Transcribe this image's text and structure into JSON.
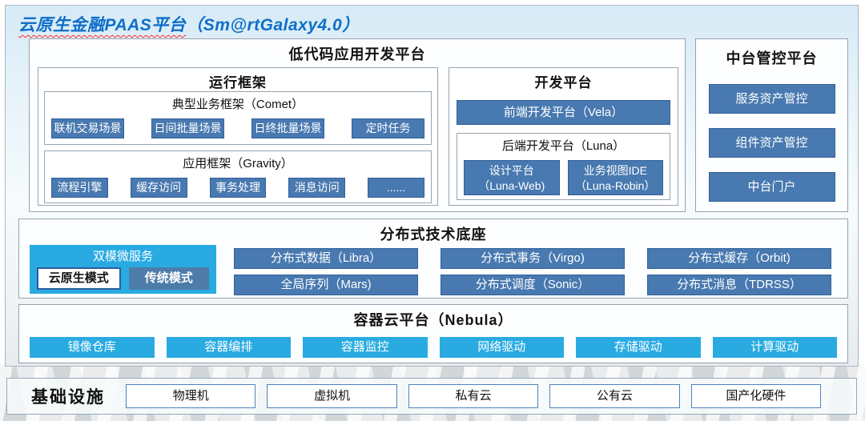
{
  "page_title": {
    "main": "云原生金融PAAS平台",
    "suffix": "（Sm@rtGalaxy4.0）"
  },
  "colors": {
    "steel_blue": "#4879b0",
    "cyan": "#29abe2",
    "title_blue": "#0e6ec8",
    "underline_red": "#ff2a2a",
    "panel_bg": "#d6eaf6"
  },
  "lowcode": {
    "title": "低代码应用开发平台",
    "runtime": {
      "title": "运行框架",
      "comet": {
        "title": "典型业务框架（Comet）",
        "items": [
          "联机交易场景",
          "日间批量场景",
          "日终批量场景",
          "定时任务"
        ]
      },
      "gravity": {
        "title": "应用框架（Gravity）",
        "items": [
          "流程引擎",
          "缓存访问",
          "事务处理",
          "消息访问",
          "......"
        ]
      }
    },
    "dev": {
      "title": "开发平台",
      "vela": "前端开发平台（Vela）",
      "luna": {
        "title": "后端开发平台（Luna）",
        "items": [
          {
            "line1": "设计平台",
            "line2": "（Luna-Web)"
          },
          {
            "line1": "业务视图IDE",
            "line2": "（Luna-Robin）"
          }
        ]
      }
    }
  },
  "middle_platform": {
    "title": "中台管控平台",
    "items": [
      "服务资产管控",
      "组件资产管控",
      "中台门户"
    ]
  },
  "distributed": {
    "title": "分布式技术底座",
    "dual_mode": {
      "title": "双模微服务",
      "cloud_native": "云原生模式",
      "traditional": "传统模式"
    },
    "grid": [
      "分布式数据（Libra）",
      "分布式事务（Virgo)",
      "分布式缓存（Orbit)",
      "全局序列（Mars)",
      "分布式调度（Sonic）",
      "分布式消息（TDRSS）"
    ]
  },
  "container_cloud": {
    "title": "容器云平台（Nebula）",
    "items": [
      "镜像仓库",
      "容器编排",
      "容器监控",
      "网络驱动",
      "存储驱动",
      "计算驱动"
    ]
  },
  "infrastructure": {
    "title": "基础设施",
    "items": [
      "物理机",
      "虚拟机",
      "私有云",
      "公有云",
      "国产化硬件"
    ]
  }
}
